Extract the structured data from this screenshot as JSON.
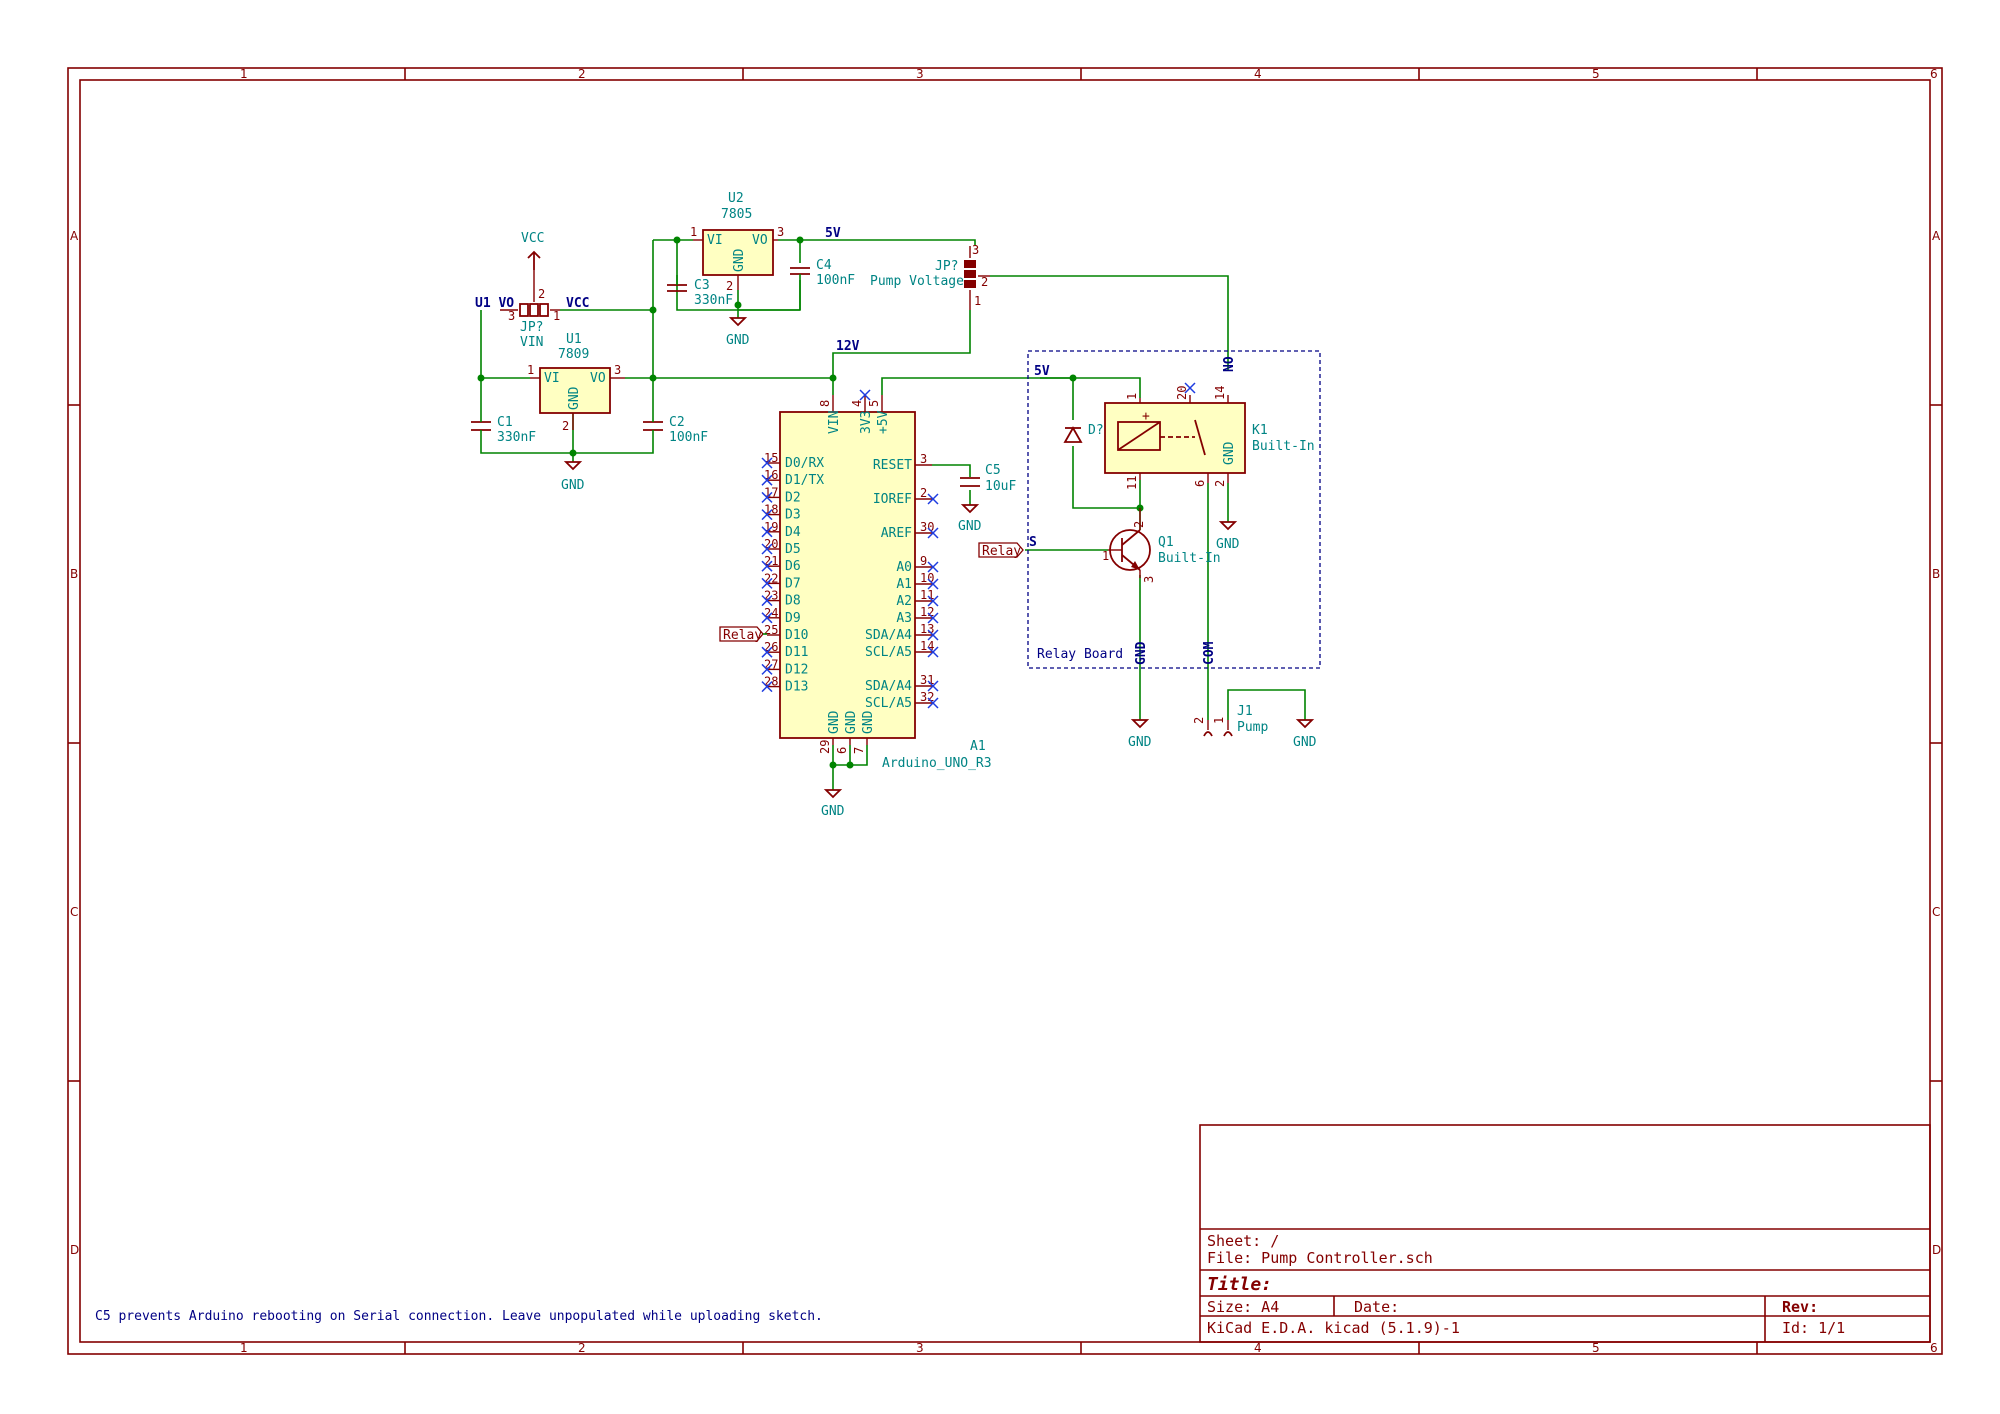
{
  "sheet": {
    "columns": [
      "1",
      "2",
      "3",
      "4",
      "5",
      "6"
    ],
    "rows": [
      "A",
      "B",
      "C",
      "D"
    ]
  },
  "title_block": {
    "sheet": "Sheet: /",
    "file": "File: Pump Controller.sch",
    "title": "Title:",
    "size": "Size: A4",
    "date": "Date:",
    "rev": "Rev:",
    "tool": "KiCad E.D.A.  kicad (5.1.9)-1",
    "id": "Id: 1/1"
  },
  "note": "C5 prevents Arduino rebooting on Serial connection. Leave unpopulated while uploading sketch.",
  "components": {
    "u2": {
      "ref": "U2",
      "value": "7805",
      "vi": "VI",
      "vo": "VO",
      "gnd": "GND",
      "p1": "1",
      "p2": "2",
      "p3": "3"
    },
    "u1": {
      "ref": "U1",
      "value": "7809",
      "vi": "VI",
      "vo": "VO",
      "gnd": "GND",
      "p1": "1",
      "p2": "2",
      "p3": "3"
    },
    "c1": {
      "ref": "C1",
      "value": "330nF"
    },
    "c2": {
      "ref": "C2",
      "value": "100nF"
    },
    "c3": {
      "ref": "C3",
      "value": "330nF"
    },
    "c4": {
      "ref": "C4",
      "value": "100nF"
    },
    "c5": {
      "ref": "C5",
      "value": "10uF"
    },
    "jp_vin": {
      "ref": "JP?",
      "value": "VIN",
      "p1": "1",
      "p2": "2",
      "p3": "3"
    },
    "jp_pump": {
      "ref": "JP?",
      "value": "Pump Voltage",
      "p1": "1",
      "p2": "2",
      "p3": "3"
    },
    "a1": {
      "ref": "A1",
      "value": "Arduino_UNO_R3",
      "top_pins": [
        {
          "name": "VIN",
          "num": "8"
        },
        {
          "name": "3V3",
          "num": "4"
        },
        {
          "name": "+5V",
          "num": "5"
        }
      ],
      "left_pins": [
        {
          "name": "D0/RX",
          "num": "15"
        },
        {
          "name": "D1/TX",
          "num": "16"
        },
        {
          "name": "D2",
          "num": "17"
        },
        {
          "name": "D3",
          "num": "18"
        },
        {
          "name": "D4",
          "num": "19"
        },
        {
          "name": "D5",
          "num": "20"
        },
        {
          "name": "D6",
          "num": "21"
        },
        {
          "name": "D7",
          "num": "22"
        },
        {
          "name": "D8",
          "num": "23"
        },
        {
          "name": "D9",
          "num": "24"
        },
        {
          "name": "D10",
          "num": "25"
        },
        {
          "name": "D11",
          "num": "26"
        },
        {
          "name": "D12",
          "num": "27"
        },
        {
          "name": "D13",
          "num": "28"
        }
      ],
      "right_pins": [
        {
          "name": "RESET",
          "num": "3"
        },
        {
          "name": "IOREF",
          "num": "2"
        },
        {
          "name": "AREF",
          "num": "30"
        },
        {
          "name": "A0",
          "num": "9"
        },
        {
          "name": "A1",
          "num": "10"
        },
        {
          "name": "A2",
          "num": "11"
        },
        {
          "name": "A3",
          "num": "12"
        },
        {
          "name": "SDA/A4",
          "num": "13"
        },
        {
          "name": "SCL/A5",
          "num": "14"
        },
        {
          "name": "SDA/A4",
          "num": "31"
        },
        {
          "name": "SCL/A5",
          "num": "32"
        }
      ],
      "bottom_pins": [
        {
          "name": "GND",
          "num": "29"
        },
        {
          "name": "GND",
          "num": "6"
        },
        {
          "name": "GND",
          "num": "7"
        }
      ]
    },
    "k1": {
      "ref": "K1",
      "value": "Built-In",
      "gnd": "GND",
      "plus": "+",
      "p1": "1",
      "p11": "11",
      "p20": "20",
      "p14": "14",
      "p6": "6",
      "p2": "2"
    },
    "q1": {
      "ref": "Q1",
      "value": "Built-In",
      "p1": "1",
      "p2": "2",
      "p3": "3"
    },
    "d_relay": {
      "ref": "D?"
    },
    "j1": {
      "ref": "J1",
      "value": "Pump",
      "p1": "1",
      "p2": "2"
    },
    "relay_board": {
      "label": "Relay Board"
    }
  },
  "nets": {
    "vcc_power": "VCC",
    "vcc_net": "VCC",
    "u1_vo": "U1 VO",
    "v5": "5V",
    "v12": "12V",
    "gnd": "GND",
    "relay": "Relay",
    "rb_5v": "5V",
    "rb_s": "S",
    "rb_gnd": "GND",
    "rb_com": "COM",
    "rb_no": "NO"
  }
}
